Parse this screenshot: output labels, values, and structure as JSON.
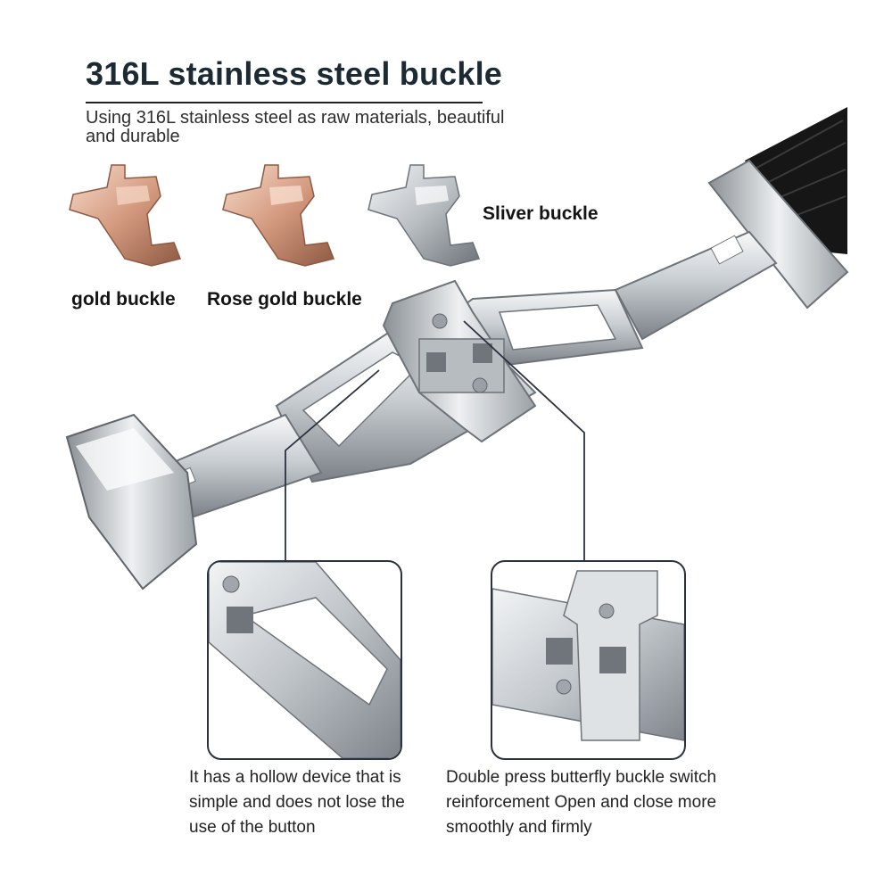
{
  "header": {
    "title": "316L stainless steel buckle",
    "subtitle": "Using 316L stainless steel as raw materials, beautiful and durable"
  },
  "variants": [
    {
      "label": "gold buckle",
      "color": "#d9a58c"
    },
    {
      "label": "Rose gold buckle",
      "color": "#dda98f"
    },
    {
      "label": "Sliver buckle",
      "color": "#c8ccd0"
    }
  ],
  "details": [
    {
      "caption": "It has a hollow device that is simple and does not lose the use of the button"
    },
    {
      "caption": "Double press butterfly buckle switch reinforcement Open and close more smoothly and firmly"
    }
  ],
  "colors": {
    "steel": "#c9ced3",
    "leather": "#161616",
    "frame": "#2c3140"
  }
}
